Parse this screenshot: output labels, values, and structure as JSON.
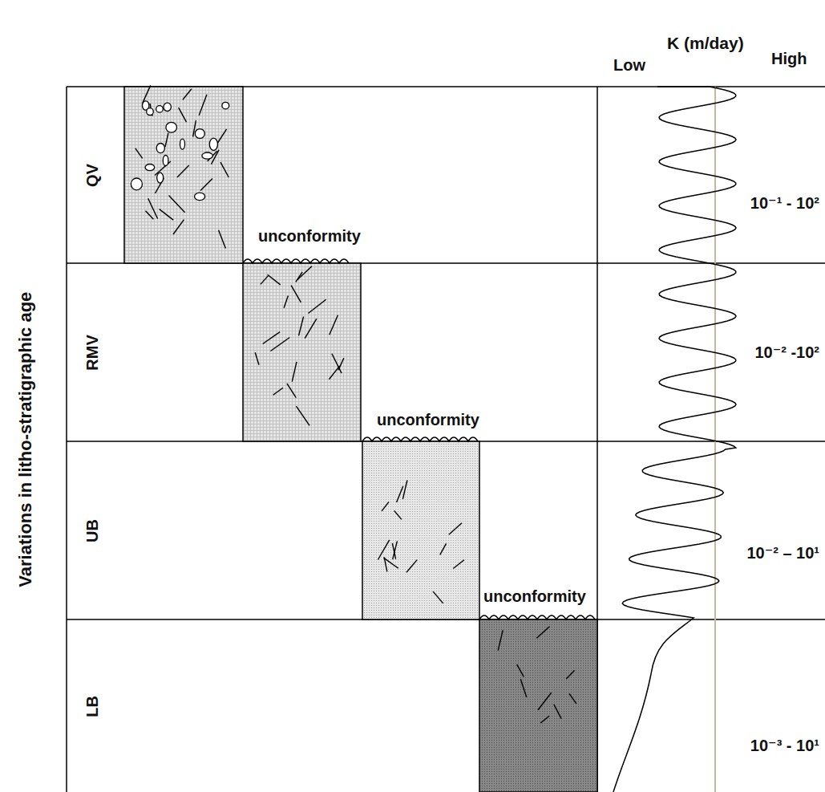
{
  "diagram": {
    "labels": [
      "K (m/day)",
      "Low",
      "High",
      "Variations in litho-stratigraphic age",
      "QV",
      "RMV",
      "UB",
      "LB",
      "unconformity",
      "unconformity",
      "unconformity",
      "10⁻¹ - 10²",
      "10⁻² -10²",
      "10⁻² – 10¹",
      "10⁻³ -  10¹"
    ]
  }
}
